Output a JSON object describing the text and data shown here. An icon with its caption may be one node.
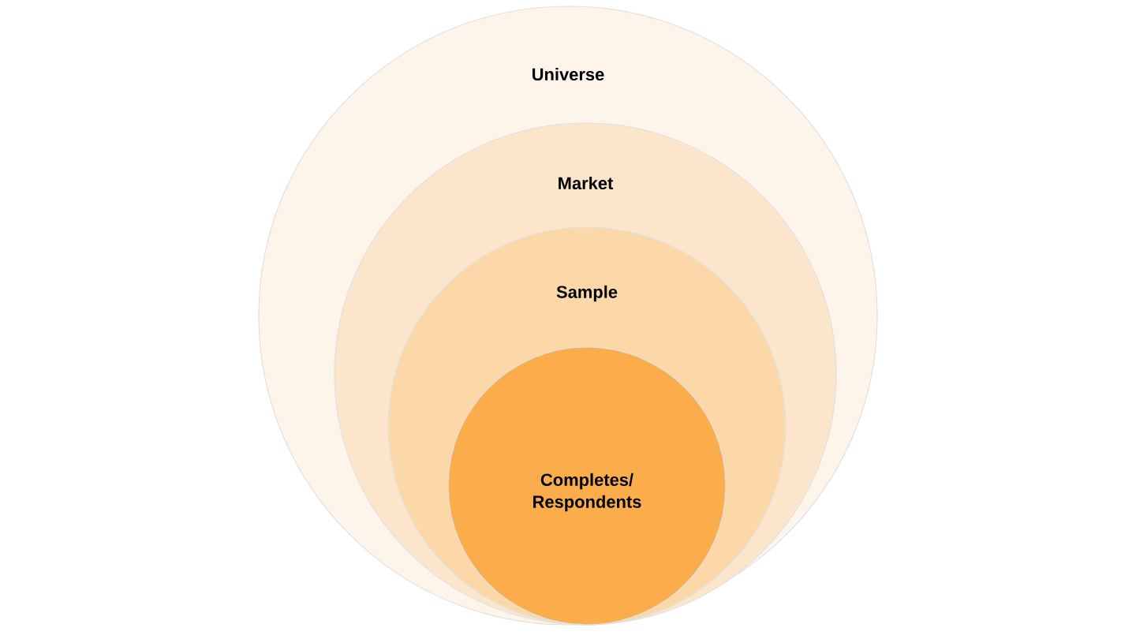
{
  "diagram": {
    "nodes": [
      {
        "text": [
          "Universe"
        ]
      },
      {
        "text": [
          "Market"
        ],
        "in": 0
      },
      {
        "text": [
          "Sample"
        ],
        "in": 1
      },
      {
        "text": [
          "Completes/ Respondents"
        ],
        "in": 2
      }
    ]
  }
}
